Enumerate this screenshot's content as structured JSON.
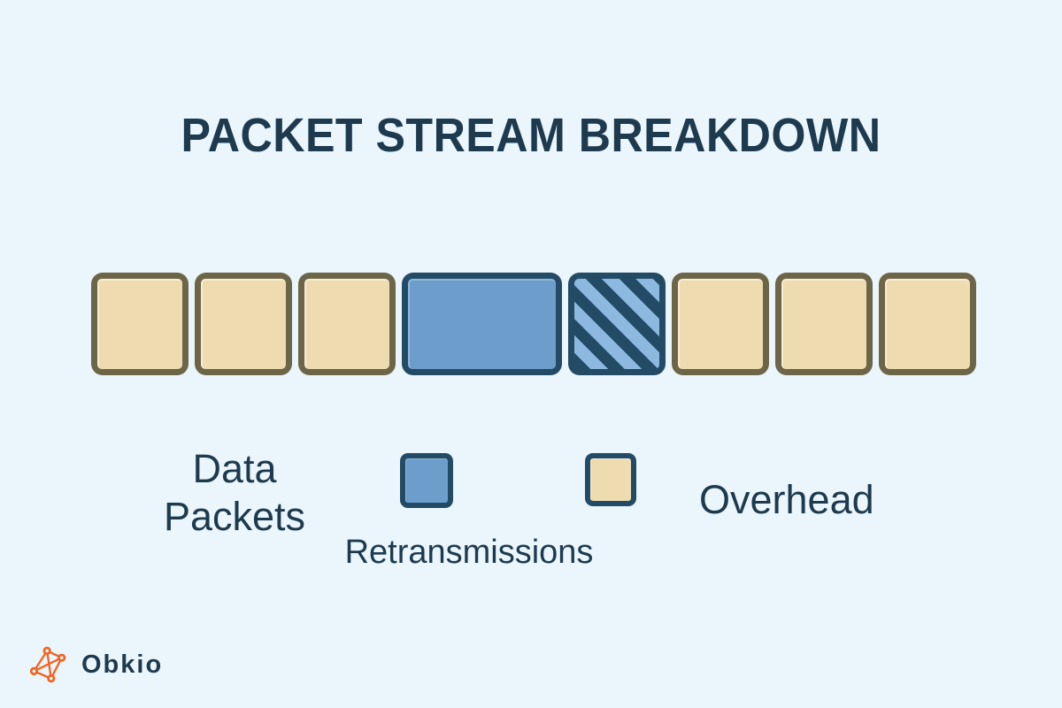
{
  "background_color": "#eaf6fb",
  "title": "PACKET STREAM BREAKDOWN",
  "title_color": "#1e3a4f",
  "chart_data": {
    "type": "bar",
    "title": "PACKET STREAM BREAKDOWN",
    "xlabel": "",
    "ylabel": "",
    "orientation": "horizontal-sequence",
    "categories": [
      "Overhead",
      "Overhead",
      "Overhead",
      "Data Packets",
      "Retransmissions",
      "Overhead",
      "Overhead",
      "Overhead"
    ],
    "values": [
      110,
      110,
      110,
      181,
      110,
      110,
      110,
      110
    ],
    "legend_position": "bottom",
    "grid": false,
    "segments": [
      {
        "index": 1,
        "kind": "overhead",
        "label": "Overhead",
        "width": 110,
        "fill": "#eedcb0",
        "border": "#6d6548",
        "pattern": "solid"
      },
      {
        "index": 2,
        "kind": "overhead",
        "label": "Overhead",
        "width": 110,
        "fill": "#eedcb0",
        "border": "#6d6548",
        "pattern": "solid"
      },
      {
        "index": 3,
        "kind": "overhead",
        "label": "Overhead",
        "width": 110,
        "fill": "#eedcb0",
        "border": "#6d6548",
        "pattern": "solid"
      },
      {
        "index": 4,
        "kind": "data",
        "label": "Data Packets",
        "width": 181,
        "fill": "#6d9ecb",
        "border": "#234b66",
        "pattern": "solid"
      },
      {
        "index": 5,
        "kind": "retransmission",
        "label": "Retransmissions",
        "width": 110,
        "fill": "#8db9e0",
        "border": "#234b66",
        "pattern": "diagonal-hatch-45"
      },
      {
        "index": 6,
        "kind": "overhead",
        "label": "Overhead",
        "width": 110,
        "fill": "#eedcb0",
        "border": "#6d6548",
        "pattern": "solid"
      },
      {
        "index": 7,
        "kind": "overhead",
        "label": "Overhead",
        "width": 110,
        "fill": "#eedcb0",
        "border": "#6d6548",
        "pattern": "solid"
      },
      {
        "index": 8,
        "kind": "overhead",
        "label": "Overhead",
        "width": 110,
        "fill": "#eedcb0",
        "border": "#6d6548",
        "pattern": "solid"
      }
    ]
  },
  "legend": {
    "data_packets": {
      "label": "Data\nPackets",
      "swatch_fill": "#6d9ecb",
      "swatch_border": "#234b66"
    },
    "retransmissions": {
      "label": "Retransmissions",
      "swatch_fill": "#6d9ecb",
      "swatch_border": "#234b66"
    },
    "overhead": {
      "label": "Overhead",
      "swatch_fill": "#eedcb0",
      "swatch_border": "#234b66"
    }
  },
  "brand": {
    "name": "Obkio",
    "mark_color": "#f4621f",
    "name_color": "#1e3a4f"
  }
}
